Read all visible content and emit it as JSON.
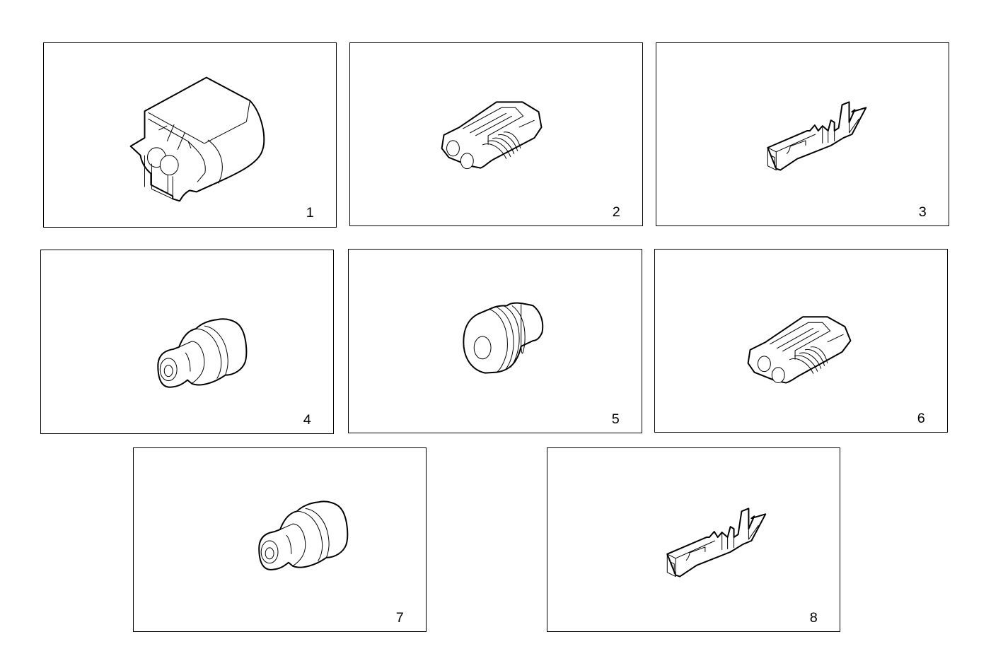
{
  "diagram": {
    "type": "parts-illustration-sheet",
    "background": "#ffffff",
    "line_color": "#000000",
    "panels": [
      {
        "index": 1,
        "label": "1",
        "part": "connector-housing-round"
      },
      {
        "index": 2,
        "label": "2",
        "part": "two-pin-connector-with-latch"
      },
      {
        "index": 3,
        "label": "3",
        "part": "crimp-terminal"
      },
      {
        "index": 4,
        "label": "4",
        "part": "wire-seal-stepped"
      },
      {
        "index": 5,
        "label": "5",
        "part": "wire-seal-ribbed"
      },
      {
        "index": 6,
        "label": "6",
        "part": "two-pin-connector-with-latch"
      },
      {
        "index": 7,
        "label": "7",
        "part": "wire-seal-stepped"
      },
      {
        "index": 8,
        "label": "8",
        "part": "crimp-terminal"
      }
    ]
  }
}
